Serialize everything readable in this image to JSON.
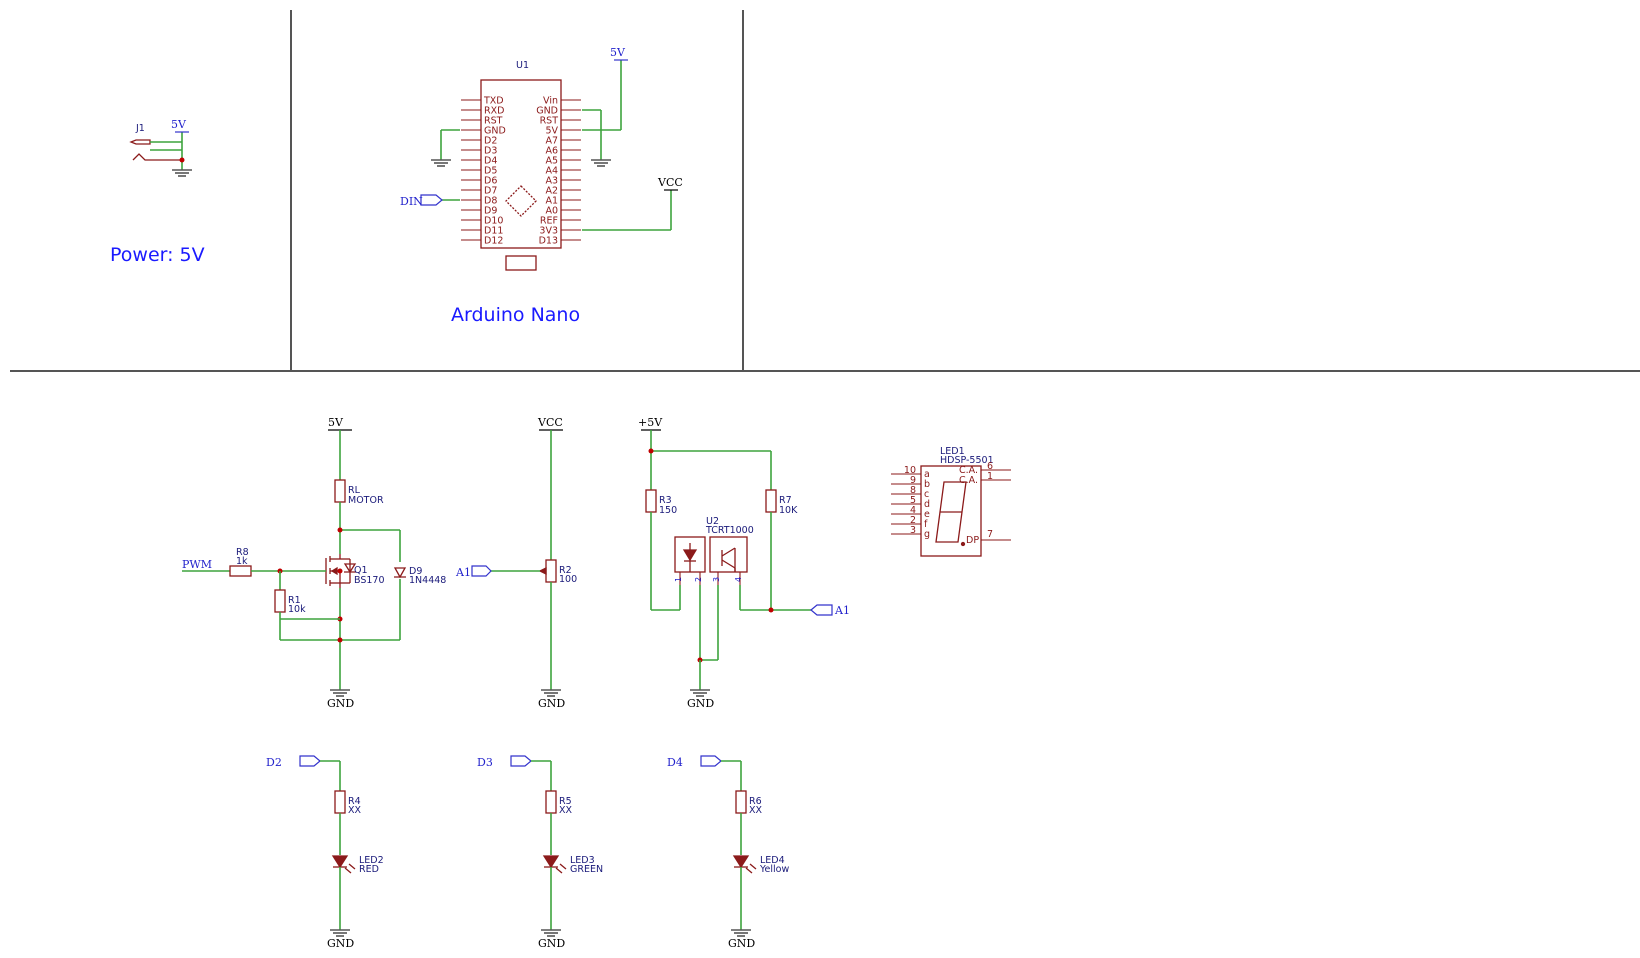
{
  "sheet": {
    "titles": {
      "power": "Power: 5V",
      "nano": "Arduino Nano"
    }
  },
  "colors": {
    "wire": "#3da33d",
    "component": "#8b1a1a",
    "net_label": "#2222cc",
    "title": "#1a1aff",
    "frame": "#555555"
  },
  "power_block": {
    "connector_ref": "J1",
    "supply": "5V"
  },
  "nano": {
    "ref": "U1",
    "left_pins": [
      "TXD",
      "RXD",
      "RST",
      "GND",
      "D2",
      "D3",
      "D4",
      "D5",
      "D6",
      "D7",
      "D8",
      "D9",
      "D10",
      "D11",
      "D12"
    ],
    "right_pins": [
      "Vin",
      "GND",
      "RST",
      "5V",
      "A7",
      "A6",
      "A5",
      "A4",
      "A3",
      "A2",
      "A1",
      "A0",
      "REF",
      "3V3",
      "D13"
    ],
    "supply_5v": "5V",
    "supply_vcc": "VCC",
    "din_label": "DIN"
  },
  "motor_driver": {
    "supply": "5V",
    "gnd": "GND",
    "pwm_label": "PWM",
    "rl": {
      "ref": "RL",
      "value": "MOTOR"
    },
    "r8": {
      "ref": "R8",
      "value": "1k"
    },
    "r1": {
      "ref": "R1",
      "value": "10k"
    },
    "q1": {
      "ref": "Q1",
      "value": "BS170"
    },
    "d9": {
      "ref": "D9",
      "value": "1N4448"
    }
  },
  "pot": {
    "supply": "VCC",
    "gnd": "GND",
    "net": "A1",
    "r2": {
      "ref": "R2",
      "value": "100"
    }
  },
  "sensor": {
    "supply": "+5V",
    "gnd": "GND",
    "net": "A1",
    "r3": {
      "ref": "R3",
      "value": "150"
    },
    "r7": {
      "ref": "R7",
      "value": "10K"
    },
    "u2": {
      "ref": "U2",
      "value": "TCRT1000"
    },
    "pin_numbers": [
      "1",
      "2",
      "3",
      "4"
    ]
  },
  "display": {
    "ref": "LED1",
    "value": "HDSP-5501",
    "left_nums": [
      "10",
      "9",
      "8",
      "5",
      "4",
      "2",
      "3"
    ],
    "left_names": [
      "a",
      "b",
      "c",
      "d",
      "e",
      "f",
      "g"
    ],
    "right_nums": [
      "6",
      "1"
    ],
    "right_names": [
      "C.A.",
      "C.A."
    ],
    "dp_num": "7",
    "dp_name": "DP"
  },
  "leds": [
    {
      "net": "D2",
      "r_ref": "R4",
      "r_value": "XX",
      "led_ref": "LED2",
      "led_value": "RED",
      "gnd": "GND"
    },
    {
      "net": "D3",
      "r_ref": "R5",
      "r_value": "XX",
      "led_ref": "LED3",
      "led_value": "GREEN",
      "gnd": "GND"
    },
    {
      "net": "D4",
      "r_ref": "R6",
      "r_value": "XX",
      "led_ref": "LED4",
      "led_value": "Yellow",
      "gnd": "GND"
    }
  ]
}
